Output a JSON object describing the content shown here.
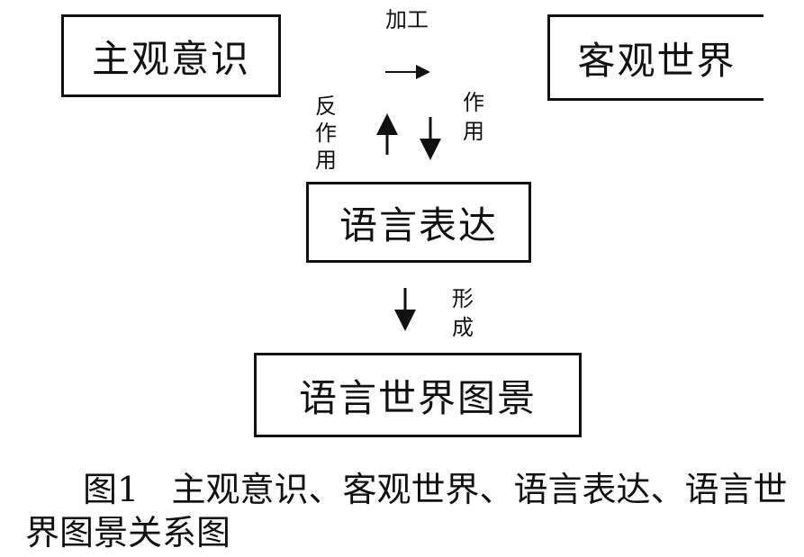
{
  "diagram": {
    "boxes": {
      "subjective": "主观意识",
      "objective": "客观世界",
      "expression": "语言表达",
      "picture": "语言世界图景"
    },
    "labels": {
      "process": "加工",
      "reaction": [
        "反",
        "作",
        "用"
      ],
      "action": [
        "作",
        "用"
      ],
      "form": [
        "形",
        "成"
      ]
    }
  },
  "caption": {
    "figure_no": "图1",
    "text": "主观意识、客观世界、语言表达、语言世界图景关系图"
  }
}
